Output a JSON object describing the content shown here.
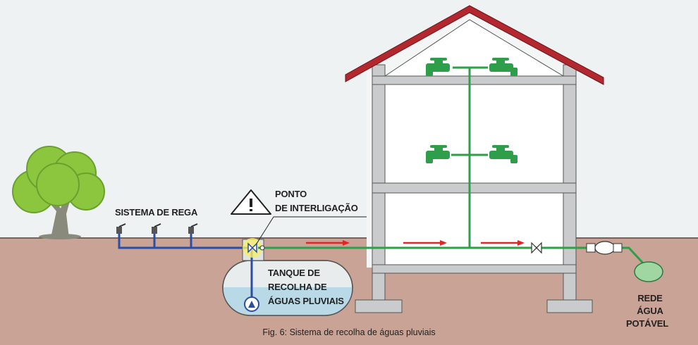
{
  "labels": {
    "irrigation": "SISTEMA DE REGA",
    "junction_line1": "PONTO",
    "junction_line2": "DE INTERLIGAÇÃO",
    "tank_line1": "TANQUE DE",
    "tank_line2": "RECOLHA DE",
    "tank_line3": "ÁGUAS PLUVIAIS",
    "network_line1": "REDE",
    "network_line2": "ÁGUA",
    "network_line3": "POTÁVEL"
  },
  "caption": "Fig. 6: Sistema de recolha de águas pluviais",
  "colors": {
    "sky": "#eef2f2",
    "ground": "#c9a396",
    "house_wall": "#c9cbcc",
    "roof": "#b3282e",
    "green_pipe": "#2e9e4a",
    "blue_pipe": "#2b4ea0",
    "flow_arrow": "#e0242a",
    "tree": "#8cc63f",
    "water": "#b9d9e6"
  },
  "icons": [
    "warning-icon",
    "faucet-icon",
    "sprinkler-icon",
    "pump-icon",
    "valve-icon",
    "water-meter-icon",
    "tree-icon"
  ]
}
